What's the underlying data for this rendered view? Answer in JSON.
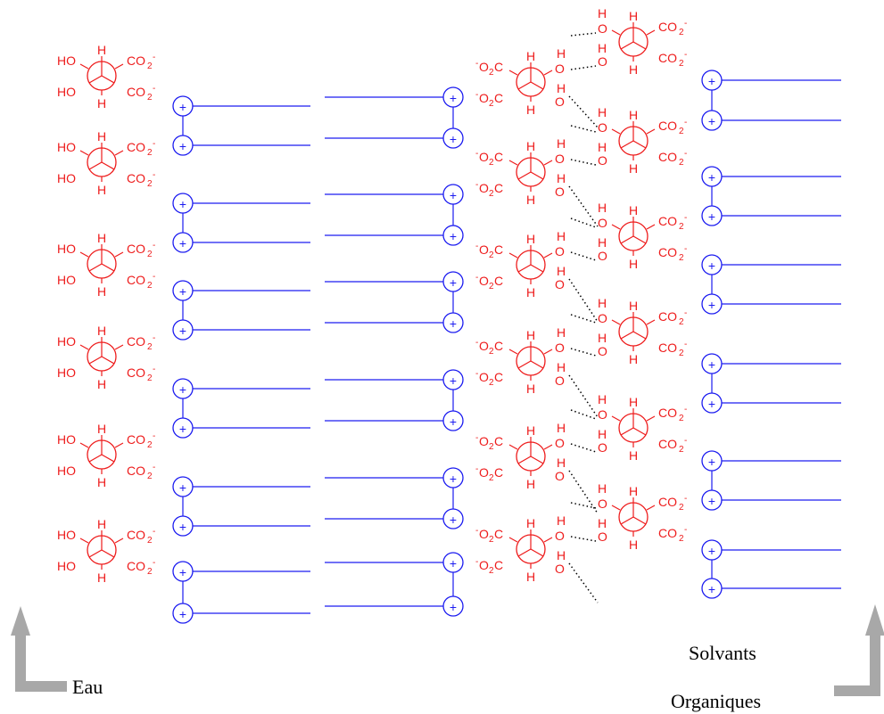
{
  "labels": {
    "water": "Eau",
    "organic_line1": "Solvants",
    "organic_line2": "Organiques"
  },
  "chem_text": {
    "H": "H",
    "HO": "HO",
    "O": "O",
    "CO2": "CO",
    "O2C_prefix": "O",
    "O2C_suffix": "C",
    "sub2": "2",
    "minus": "-",
    "plus": "+"
  },
  "colors": {
    "tartrate": "#ee1c1c",
    "ammonium": "#1c1cf0",
    "hbond": "#000000",
    "arrow": "#a8a8a8"
  }
}
